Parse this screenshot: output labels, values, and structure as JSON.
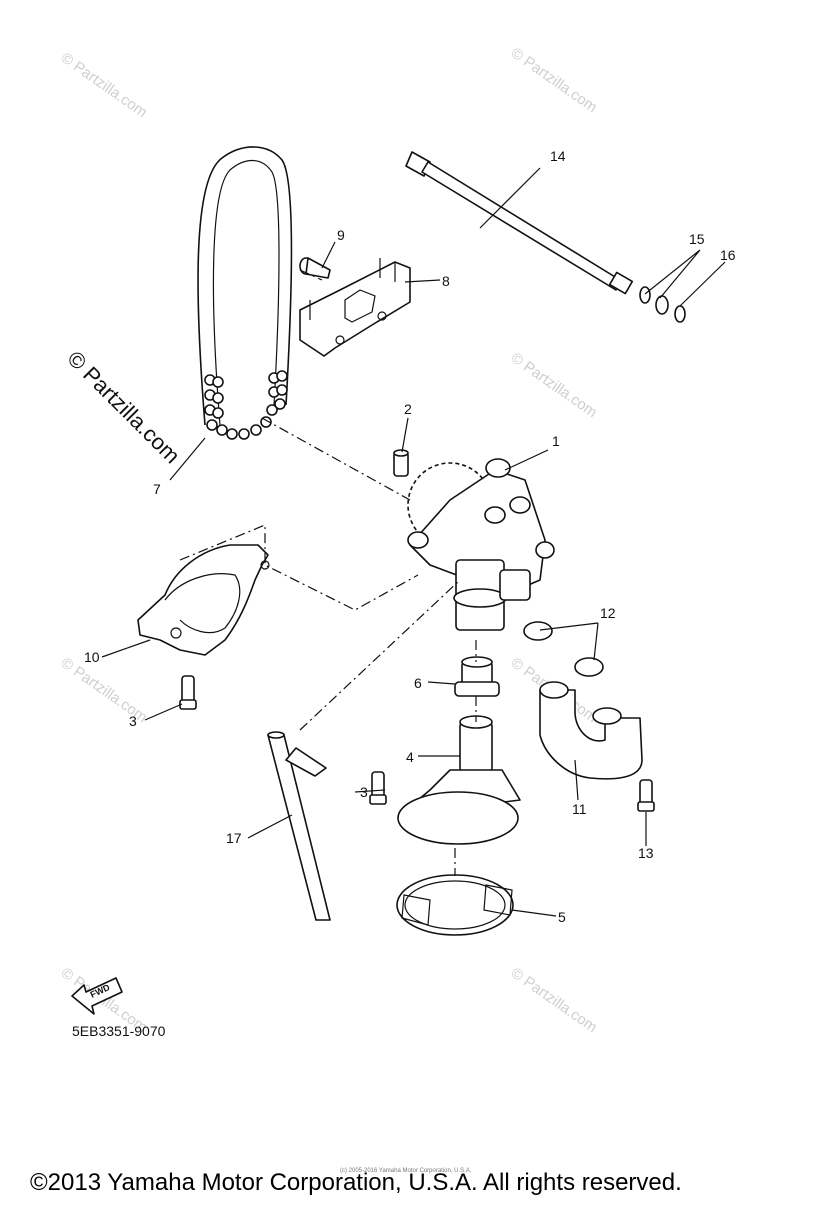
{
  "diagram": {
    "part_numbers": [
      "1",
      "2",
      "3",
      "3",
      "4",
      "5",
      "6",
      "7",
      "8",
      "9",
      "10",
      "11",
      "12",
      "13",
      "14",
      "15",
      "16",
      "17"
    ],
    "watermark_text": "© Partzilla.com",
    "watermark_big_text": "© Partzilla.com",
    "fwd_label": "FWD",
    "diagram_code": "5EB3351-9070",
    "small_print": "(c) 2005-2016 Yamaha Motor Corporation, U.S.A.",
    "copyright": "©2013 Yamaha Motor Corporation, U.S.A. All rights reserved."
  }
}
